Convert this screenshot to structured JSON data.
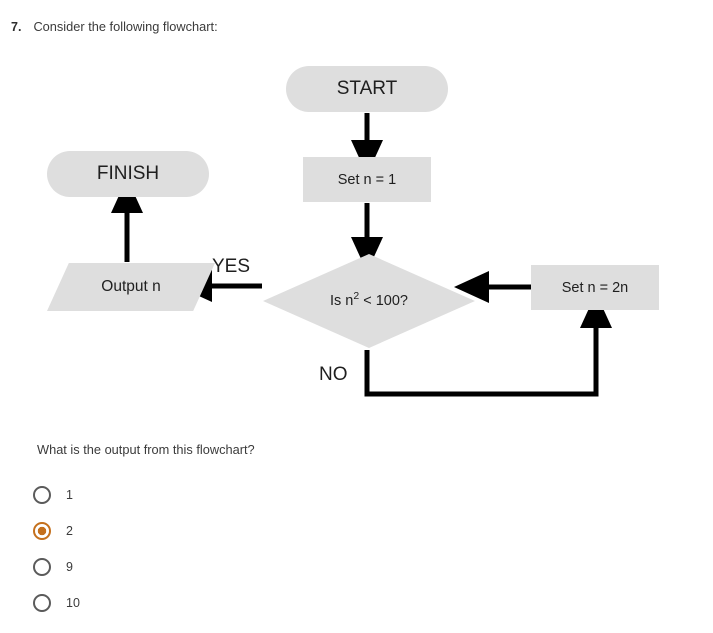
{
  "question": {
    "number": "7.",
    "prompt": "Consider the following flowchart:",
    "sub_question": "What is the output from this flowchart?"
  },
  "flowchart": {
    "shape_fill": "#dedede",
    "line_color": "#000000",
    "nodes": {
      "start": "START",
      "set_n_1": "Set n = 1",
      "decision_prefix": "Is n",
      "decision_exponent": "2",
      "decision_suffix": " < 100?",
      "output": "Output n",
      "set_n_2n": "Set n = 2n",
      "finish": "FINISH"
    },
    "branch_labels": {
      "yes": "YES",
      "no": "NO"
    }
  },
  "answers": {
    "selected_color": "#c4701d",
    "options": [
      {
        "label": "1",
        "selected": false
      },
      {
        "label": "2",
        "selected": true
      },
      {
        "label": "9",
        "selected": false
      },
      {
        "label": "10",
        "selected": false
      }
    ]
  }
}
